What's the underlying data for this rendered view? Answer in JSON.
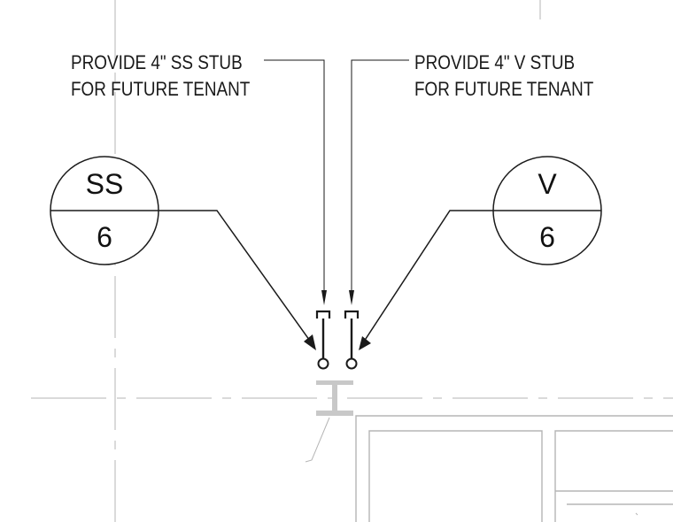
{
  "notes": {
    "ss_line1": "PROVIDE 4\" SS STUB",
    "ss_line2": "FOR FUTURE TENANT",
    "v_line1": "PROVIDE 4\" V STUB",
    "v_line2": "FOR FUTURE TENANT"
  },
  "tags": {
    "ss": {
      "label": "SS",
      "number": "6"
    },
    "v": {
      "label": "V",
      "number": "6"
    }
  },
  "colors": {
    "linework": "#1a1a1a",
    "background_linework": "#b5b5b5",
    "beam": "#c8c8c8"
  }
}
